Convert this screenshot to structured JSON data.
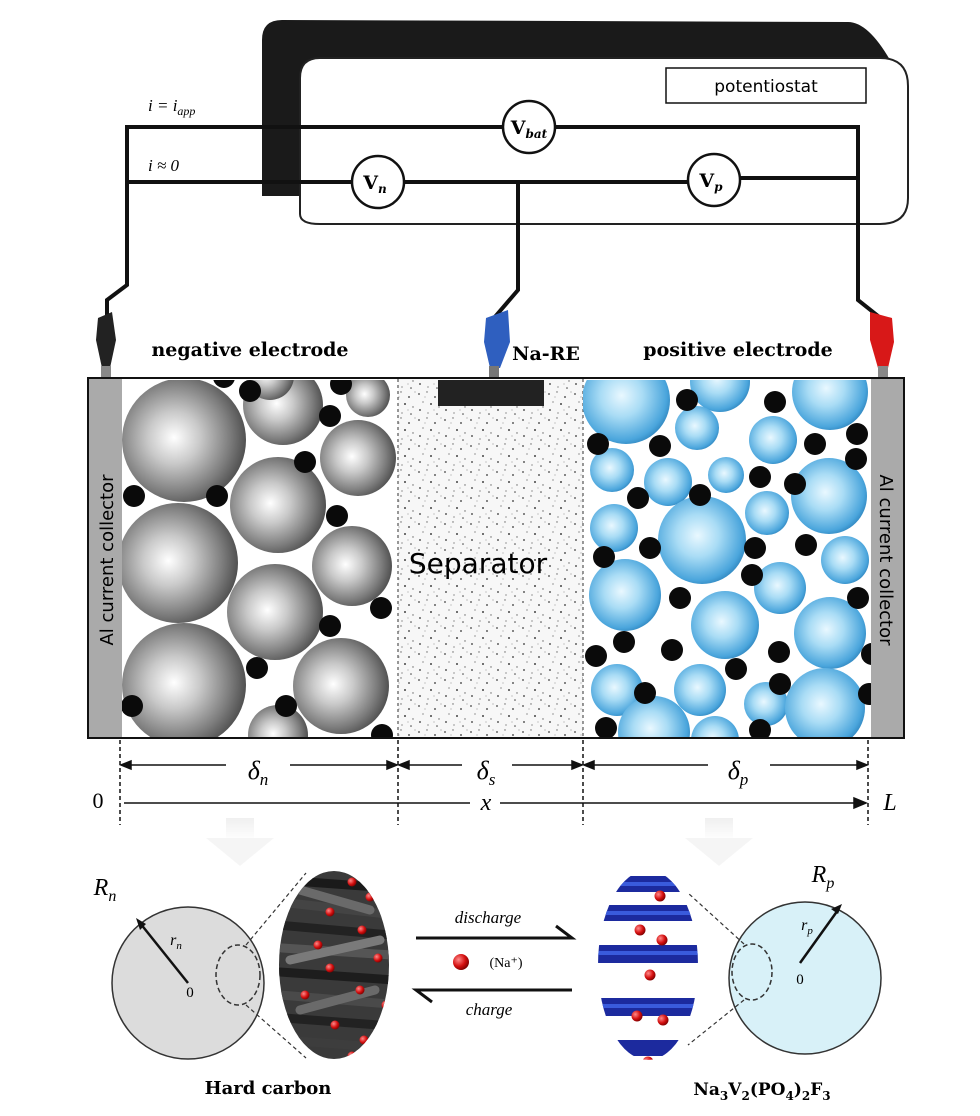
{
  "potentiostat": {
    "label": "potentiostat"
  },
  "currents": {
    "applied": {
      "main": "i = i",
      "sub": "app"
    },
    "zero": "i ≈ 0"
  },
  "meters": {
    "vbat": {
      "main": "V",
      "sub": "bat"
    },
    "vn": {
      "main": "V",
      "sub": "n"
    },
    "vp": {
      "main": "V",
      "sub": "p"
    }
  },
  "labels": {
    "negative_electrode": "negative electrode",
    "reference_electrode": "Na-RE",
    "positive_electrode": "positive electrode",
    "collector_left": "Al current collector",
    "collector_right": "Al current collector",
    "separator": "Separator"
  },
  "dimensions": {
    "delta_n": {
      "main": "δ",
      "sub": "n"
    },
    "delta_s": {
      "main": "δ",
      "sub": "s"
    },
    "delta_p": {
      "main": "δ",
      "sub": "p"
    },
    "origin": "0",
    "x_axis": "x",
    "length": "L"
  },
  "particles": {
    "negative": {
      "radius": {
        "main": "R",
        "sub": "n"
      },
      "r": {
        "main": "r",
        "sub": "n"
      },
      "center": "0",
      "material": "Hard carbon"
    },
    "positive": {
      "radius": {
        "main": "R",
        "sub": "p"
      },
      "r": {
        "main": "r",
        "sub": "p"
      },
      "center": "0"
    }
  },
  "reaction": {
    "discharge": "discharge",
    "ion": "(Na⁺)",
    "charge": "charge"
  },
  "colors": {
    "negative_particle": "#9a9a9a",
    "positive_particle": "#5fb3e6",
    "ref_electrode": "#2f5fbf",
    "pos_clip": "#d81818",
    "neg_clip": "#222222",
    "collector": "#aaaaaa",
    "positive_sphere_fill": "#d8f1f8",
    "negative_sphere_fill": "#dcdcdc"
  }
}
